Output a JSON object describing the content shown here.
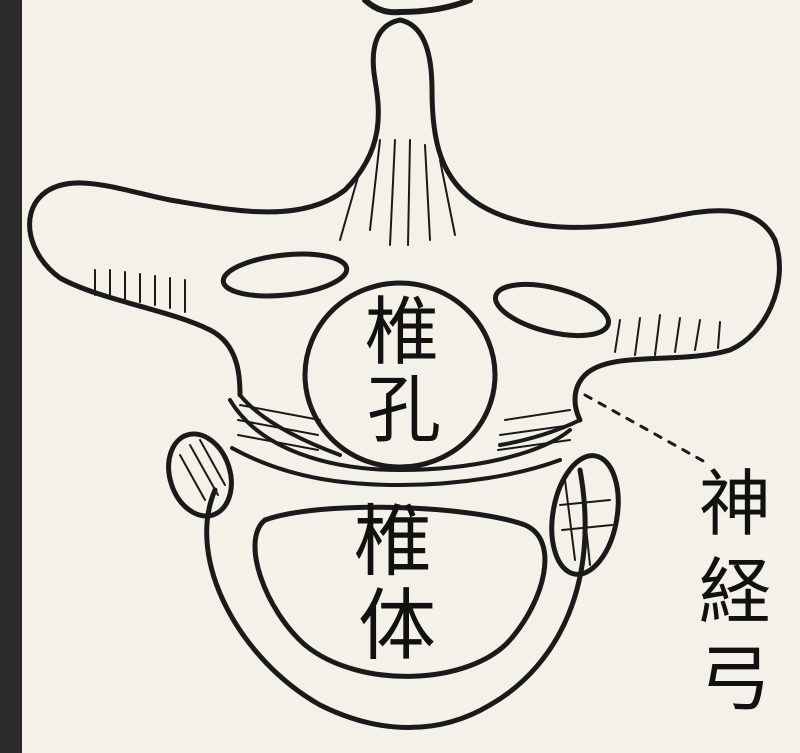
{
  "labels": {
    "vertebral_foramen": [
      "椎",
      "孔"
    ],
    "vertebral_body": [
      "椎",
      "体"
    ],
    "nerve_root": [
      "神",
      "経",
      "弓"
    ]
  },
  "colors": {
    "ink": "#1a1a1a",
    "paper": "#f3f1e8",
    "left_border": "#2a2a2a"
  }
}
